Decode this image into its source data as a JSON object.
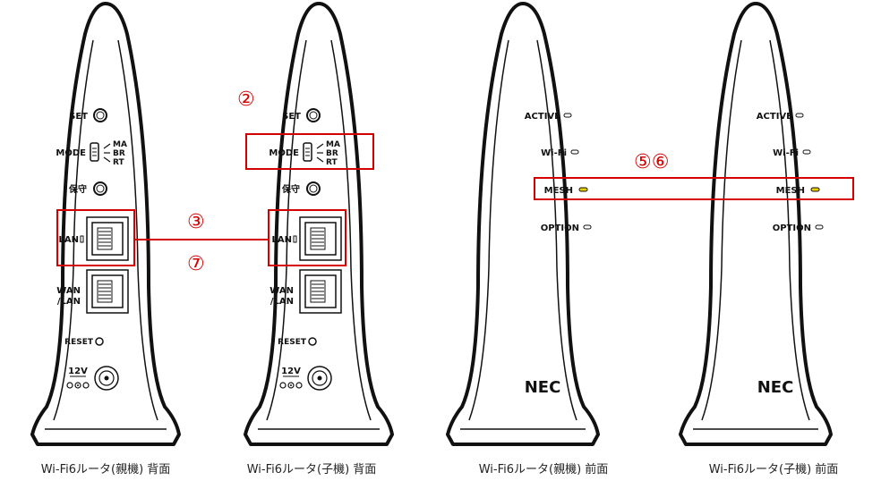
{
  "routers": [
    {
      "caption": "Wi-Fi6ルータ(親機) 背面",
      "view": "back",
      "labels": {
        "set": "SET",
        "mode": "MODE",
        "mode_options": [
          "MA",
          "BR",
          "RT"
        ],
        "hoshu": "保守",
        "lan": "LAN",
        "wan_1": "WAN",
        "wan_2": "/LAN",
        "reset": "RESET",
        "power": "12V"
      }
    },
    {
      "caption": "Wi-Fi6ルータ(子機) 背面",
      "view": "back",
      "labels": {
        "set": "SET",
        "mode": "MODE",
        "mode_options": [
          "MA",
          "BR",
          "RT"
        ],
        "hoshu": "保守",
        "lan": "LAN",
        "wan_1": "WAN",
        "wan_2": "/LAN",
        "reset": "RESET",
        "power": "12V"
      }
    },
    {
      "caption": "Wi-Fi6ルータ(親機) 前面",
      "view": "front",
      "labels": {
        "active": "ACTIVE",
        "wifi": "Wi-Fi",
        "mesh": "MESH",
        "option": "OPTION",
        "brand": "NEC"
      }
    },
    {
      "caption": "Wi-Fi6ルータ(子機) 前面",
      "view": "front",
      "labels": {
        "active": "ACTIVE",
        "wifi": "Wi-Fi",
        "mesh": "MESH",
        "option": "OPTION",
        "brand": "NEC"
      }
    }
  ],
  "markers": {
    "step_2": "②",
    "step_3": "③",
    "step_7": "⑦",
    "step_56": "⑤⑥"
  },
  "colors": {
    "highlight": "#d40000",
    "body_outline": "#111111",
    "mesh_led": "#e8d000"
  }
}
